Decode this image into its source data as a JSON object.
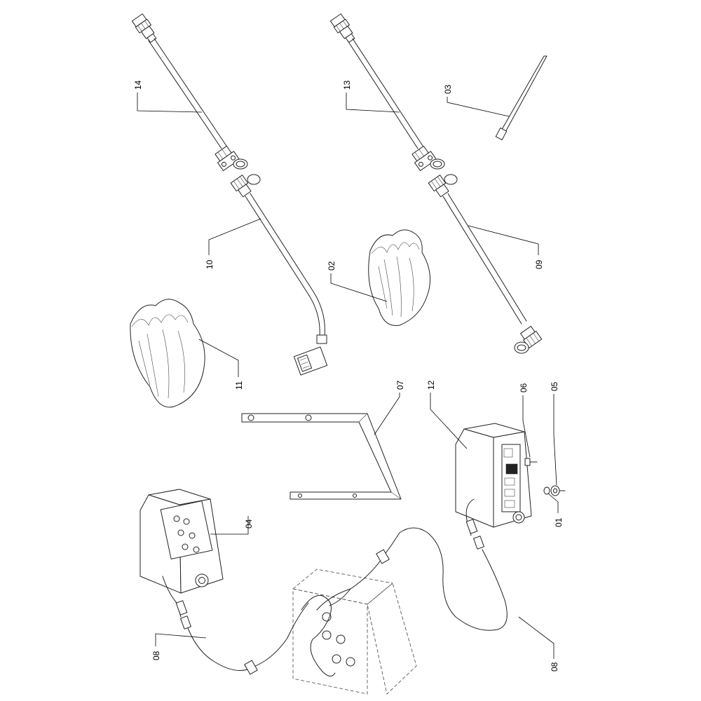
{
  "callouts": [
    {
      "id": "c14",
      "label": "14"
    },
    {
      "id": "c13",
      "label": "13"
    },
    {
      "id": "c03",
      "label": "03"
    },
    {
      "id": "c10",
      "label": "10"
    },
    {
      "id": "c02",
      "label": "02"
    },
    {
      "id": "c09",
      "label": "09"
    },
    {
      "id": "c11",
      "label": "11"
    },
    {
      "id": "c07",
      "label": "07"
    },
    {
      "id": "c12",
      "label": "12"
    },
    {
      "id": "c06",
      "label": "06"
    },
    {
      "id": "c05",
      "label": "05"
    },
    {
      "id": "c01",
      "label": "01"
    },
    {
      "id": "c04",
      "label": "04"
    },
    {
      "id": "c08a",
      "label": "08"
    },
    {
      "id": "c08b",
      "label": "08"
    }
  ]
}
